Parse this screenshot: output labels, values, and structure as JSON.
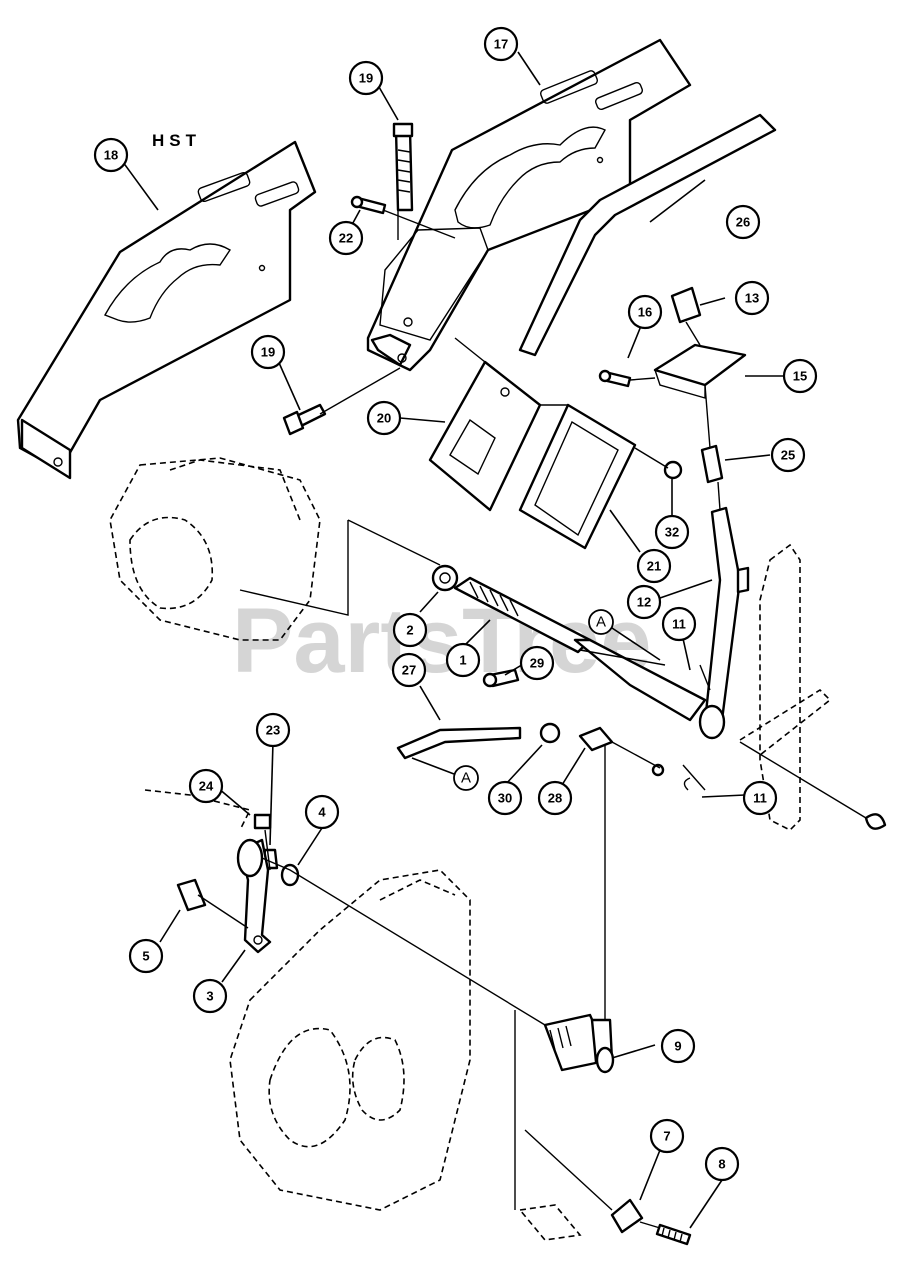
{
  "diagram": {
    "heading": "HST",
    "watermark": "PartsTree",
    "watermark_mark": "™",
    "callouts": {
      "p1": "1",
      "p2": "2",
      "p3": "3",
      "p4": "4",
      "p5": "5",
      "p7": "7",
      "p8": "8",
      "p9": "9",
      "p11a": "11",
      "p11b": "11",
      "p12": "12",
      "p13": "13",
      "p15": "15",
      "p16": "16",
      "p17": "17",
      "p18": "18",
      "p19a": "19",
      "p19b": "19",
      "p20": "20",
      "p21": "21",
      "p22": "22",
      "p23": "23",
      "p24": "24",
      "p25": "25",
      "p26": "26",
      "p27": "27",
      "p28": "28",
      "p29": "29",
      "p30": "30",
      "p32": "32"
    },
    "references": {
      "ref_a1": "A",
      "ref_a2": "A"
    }
  }
}
